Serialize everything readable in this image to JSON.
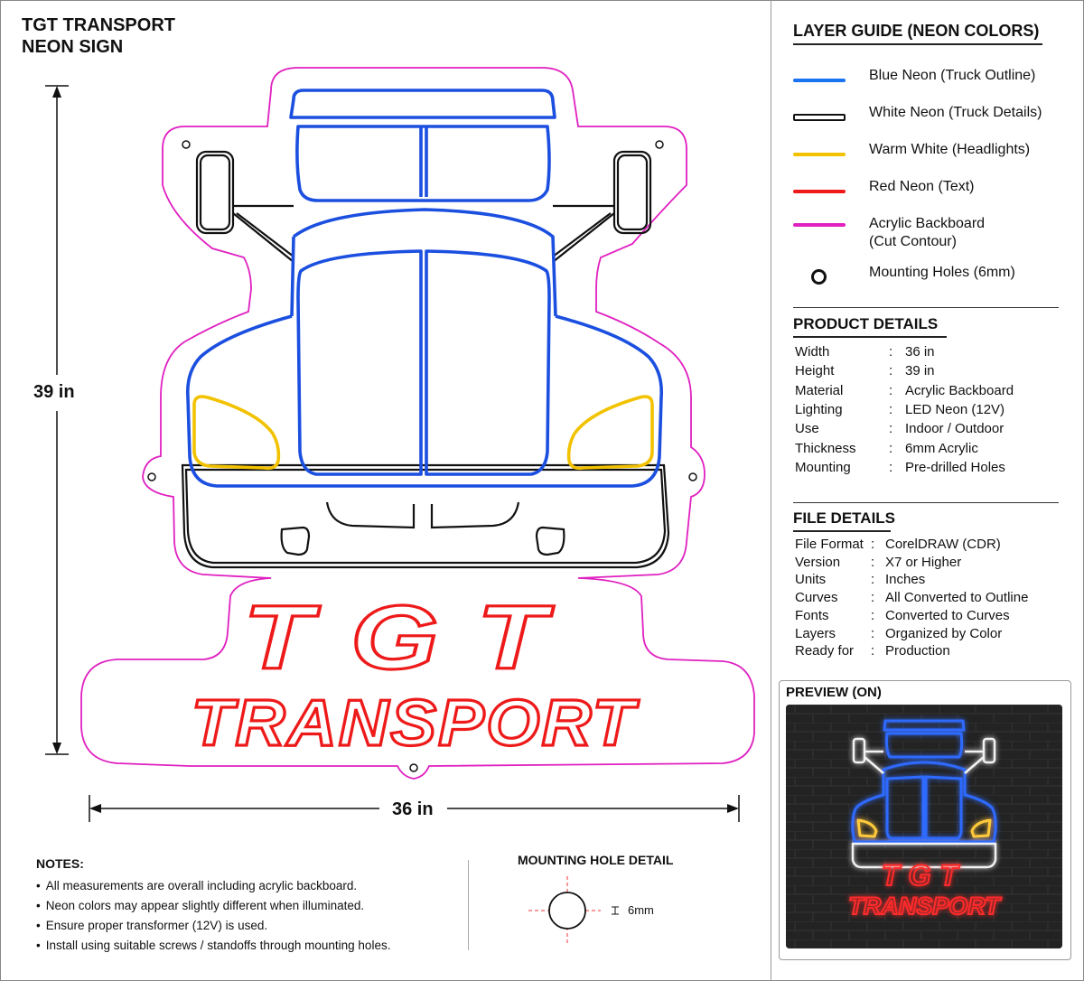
{
  "title": {
    "line1": "TGT TRANSPORT",
    "line2": "NEON SIGN"
  },
  "dimensions": {
    "height_label": "39 in",
    "width_label": "36 in"
  },
  "sign": {
    "text_top": "TGT",
    "text_bottom": "TRANSPORT"
  },
  "colors": {
    "blue": "#1b4fe0",
    "white_neon": "#111111",
    "warm_white": "#f2c200",
    "red": "#ee1a1a",
    "pink": "#e020c0"
  },
  "layer_guide": {
    "heading": "LAYER GUIDE (NEON COLORS)",
    "items": [
      {
        "label": "Blue Neon (Truck Outline)",
        "color": "#1a73f0",
        "style": "solid"
      },
      {
        "label": "White Neon (Truck Details)",
        "color": "#111111",
        "style": "outline"
      },
      {
        "label": "Warm White (Headlights)",
        "color": "#f2c200",
        "style": "solid"
      },
      {
        "label": "Red Neon (Text)",
        "color": "#ee1a1a",
        "style": "solid"
      },
      {
        "label": "Acrylic Backboard",
        "label2": "(Cut Contour)",
        "color": "#e020c0",
        "style": "solid"
      },
      {
        "label": "Mounting Holes (6mm)",
        "color": "#111111",
        "style": "hole"
      }
    ]
  },
  "product_details": {
    "heading": "PRODUCT DETAILS",
    "rows": [
      {
        "key": "Width",
        "value": "36 in"
      },
      {
        "key": "Height",
        "value": "39 in"
      },
      {
        "key": "Material",
        "value": "Acrylic Backboard"
      },
      {
        "key": "Lighting",
        "value": "LED Neon (12V)"
      },
      {
        "key": "Use",
        "value": "Indoor / Outdoor"
      },
      {
        "key": "Thickness",
        "value": "6mm Acrylic"
      },
      {
        "key": "Mounting",
        "value": "Pre-drilled Holes"
      }
    ]
  },
  "file_details": {
    "heading": "FILE DETAILS",
    "rows": [
      {
        "key": "File Format",
        "value": "CorelDRAW (CDR)"
      },
      {
        "key": "Version",
        "value": "X7 or Higher"
      },
      {
        "key": "Units",
        "value": "Inches"
      },
      {
        "key": "Curves",
        "value": "All Converted to Outline"
      },
      {
        "key": "Fonts",
        "value": "Converted to Curves"
      },
      {
        "key": "Layers",
        "value": "Organized by Color"
      },
      {
        "key": "Ready for",
        "value": "Production"
      }
    ]
  },
  "preview": {
    "heading": "PREVIEW (ON)",
    "text_top": "TGT",
    "text_bottom": "TRANSPORT"
  },
  "notes": {
    "heading": "NOTES:",
    "items": [
      "All measurements are overall including acrylic backboard.",
      "Neon colors may appear slightly different when illuminated.",
      "Ensure proper transformer (12V) is used.",
      "Install using suitable screws / standoffs through mounting holes."
    ]
  },
  "mounting_hole_detail": {
    "heading": "MOUNTING HOLE DETAIL",
    "size_label": "6mm"
  }
}
